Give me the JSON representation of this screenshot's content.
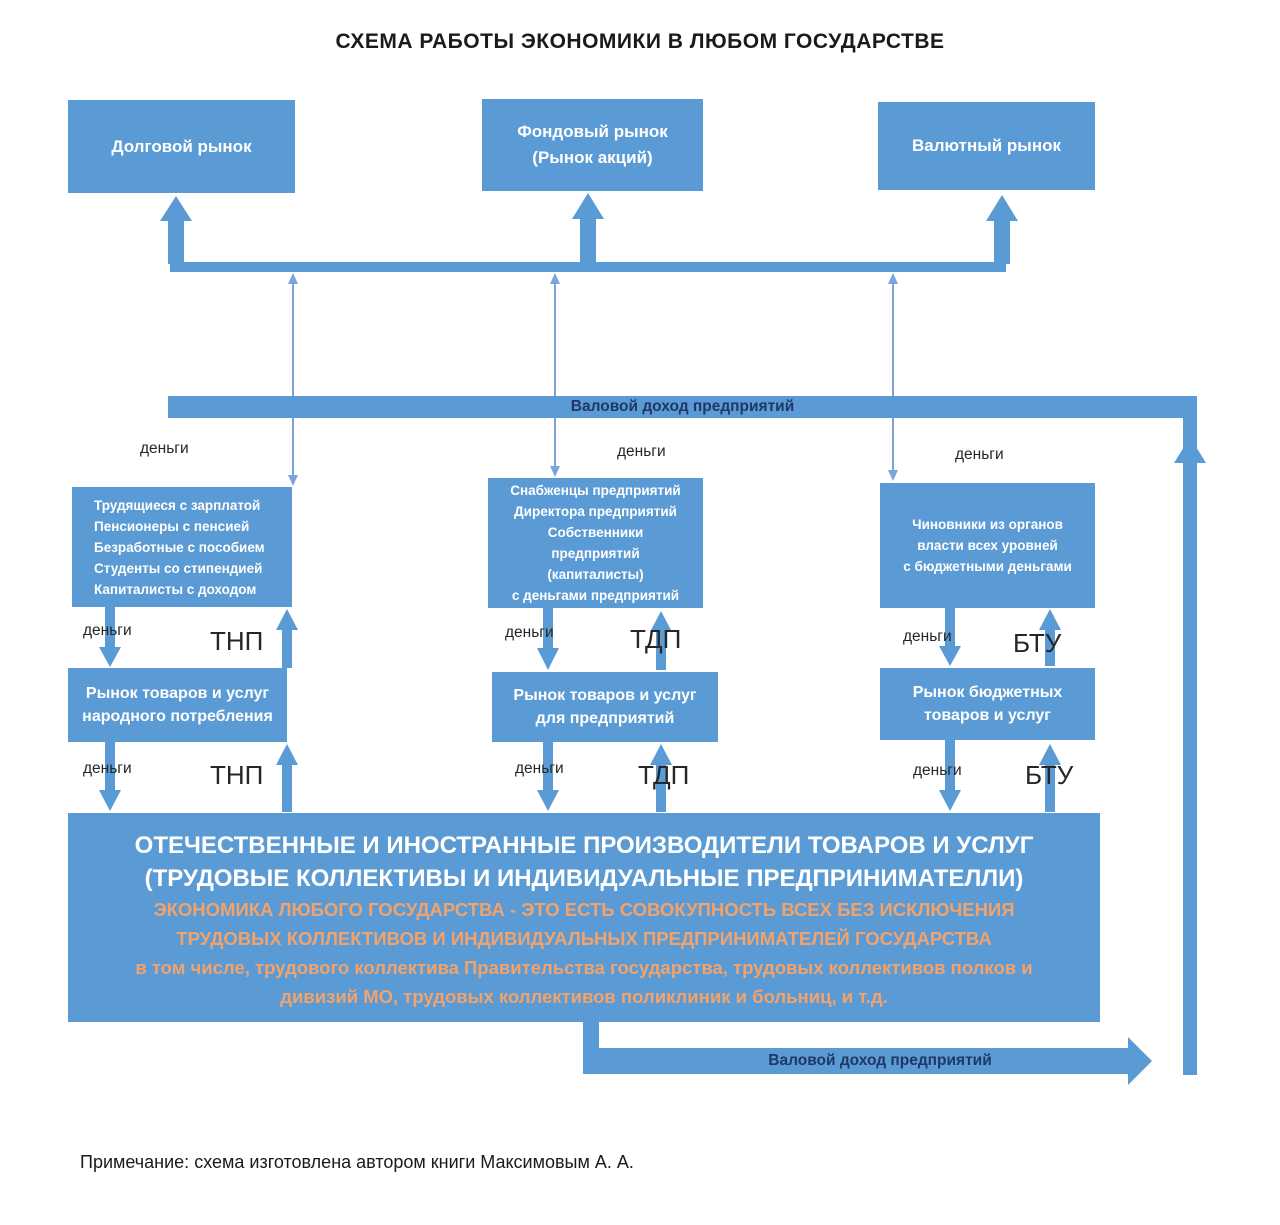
{
  "title": "СХЕМА РАБОТЫ ЭКОНОМИКИ В ЛЮБОМ ГОСУДАРСТВЕ",
  "colors": {
    "box_blue": "#5B9BD5",
    "thin_arrow_blue": "#7CA3DB",
    "label_dark": "#262626",
    "bar_caption_dark": "#1F3864",
    "orange_text": "#F2A36B"
  },
  "labels": {
    "money": "деньги",
    "tnp": "ТНП",
    "tdp": "ТДП",
    "btu": "БТУ",
    "gross_income_top": "Валовой доход предприятий",
    "gross_income_bottom": "Валовой доход предприятий"
  },
  "top_boxes": {
    "debt": "Долговой рынок",
    "stock": [
      "Фондовый рынок",
      "(Рынок акций)"
    ],
    "currency": "Валютный рынок"
  },
  "middle_boxes": {
    "households": [
      "Трудящиеся с зарплатой",
      "Пенсионеры с пенсией",
      "Безработные с пособием",
      "Студенты со стипендией",
      "Капиталисты с доходом"
    ],
    "suppliers": [
      "Снабженцы предприятий",
      "Директора предприятий",
      "Собственники",
      "предприятий",
      "(капиталисты)",
      "с деньгами предприятий"
    ],
    "officials": [
      "Чиновники из органов",
      "власти всех уровней",
      "с бюджетными деньгами"
    ]
  },
  "market_boxes": {
    "consumer": "Рынок товаров и услуг народного потребления",
    "enterprise": "Рынок товаров и услуг для предприятий",
    "budget": "Рынок бюджетных товаров и услуг"
  },
  "producers_box": {
    "line1": "ОТЕЧЕСТВЕННЫЕ И ИНОСТРАННЫЕ ПРОИЗВОДИТЕЛИ ТОВАРОВ И УСЛУГ",
    "line2": "(ТРУДОВЫЕ КОЛЛЕКТИВЫ И ИНДИВИДУАЛЬНЫЕ ПРЕДПРИНИМАТЕЛЛИ)",
    "orange1": "ЭКОНОМИКА ЛЮБОГО ГОСУДАРСТВА - ЭТО ЕСТЬ СОВОКУПНОСТЬ ВСЕХ БЕЗ ИСКЛЮЧЕНИЯ ТРУДОВЫХ КОЛЛЕКТИВОВ И ИНДИВИДУАЛЬНЫХ ПРЕДПРИНИМАТЕЛЕЙ ГОСУДАРСТВА",
    "orange2": "в том числе, трудового коллектива Правительства государства, трудовых коллективов полков и дивизий МО, трудовых коллективов поликлиник и больниц, и т.д."
  },
  "note": "Примечание: схема изготовлена автором книги Максимовым А. А."
}
